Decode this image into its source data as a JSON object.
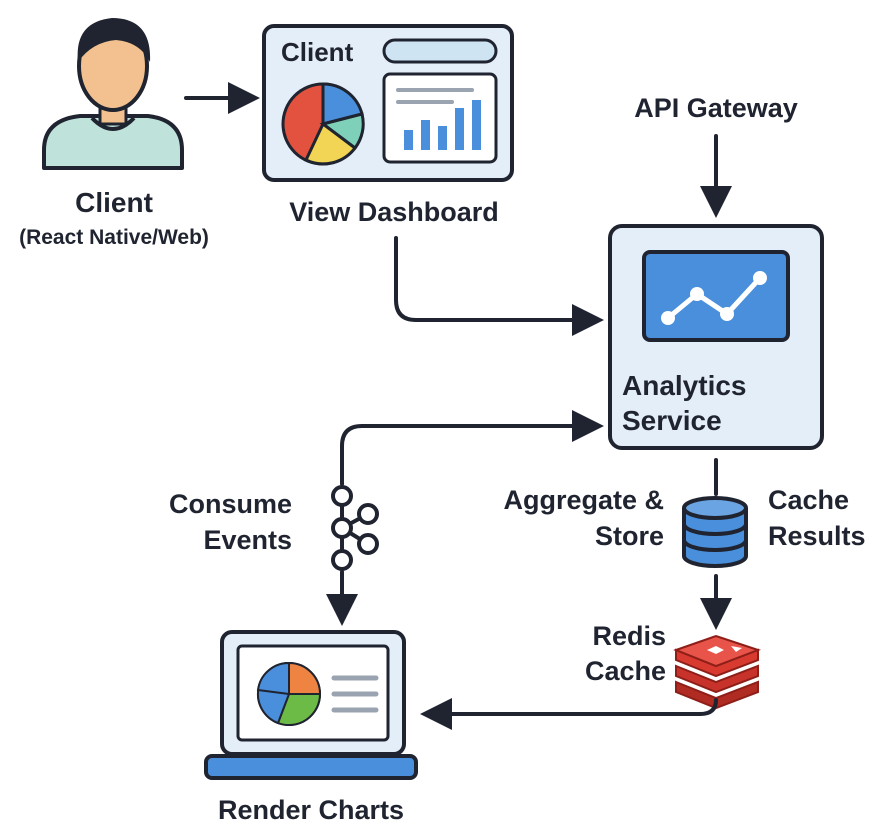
{
  "client_user": {
    "title": "Client",
    "subtitle": "(React Native/Web)"
  },
  "dashboard": {
    "header": "Client",
    "caption": "View Dashboard"
  },
  "api_gateway": {
    "label": "API Gateway"
  },
  "analytics_service": {
    "line1": "Analytics",
    "line2": "Service"
  },
  "consume_events": {
    "line1": "Consume",
    "line2": "Events"
  },
  "aggregate_store": {
    "line1": "Aggregate &",
    "line2": "Store"
  },
  "cache_results": {
    "line1": "Cache",
    "line2": "Results"
  },
  "redis_cache": {
    "line1": "Redis",
    "line2": "Cache"
  },
  "render_charts": {
    "label": "Render Charts"
  },
  "colors": {
    "stroke": "#1f2430",
    "panel_fill": "#e3eef9",
    "accent_blue": "#4a8fdb",
    "pie_red": "#e3523f",
    "pie_yellow": "#f3d555",
    "pie_teal": "#7ed0b8",
    "pie_orange": "#ee8342",
    "pie_green": "#6cbb46",
    "redis_red": "#d93a2f",
    "person_skin": "#f2c18f",
    "person_shirt": "#bfe3da",
    "person_hair": "#1f2430"
  },
  "icons": [
    "user-icon",
    "dashboard-icon",
    "pie-chart-icon",
    "bar-chart-icon",
    "line-chart-icon",
    "kafka-icon",
    "database-icon",
    "redis-icon",
    "laptop-icon"
  ]
}
